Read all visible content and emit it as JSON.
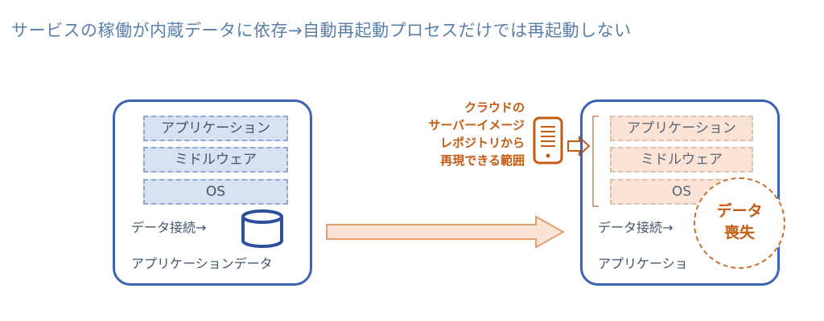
{
  "title": "サービスの稼働が内蔵データに依存→自動再起動プロセスだけでは再起動しない",
  "left_server": {
    "layers": [
      "アプリケーション",
      "ミドルウェア",
      "OS"
    ],
    "data_connection": "データ接続→",
    "app_data": "アプリケーションデータ"
  },
  "right_server": {
    "layers": [
      "アプリケーション",
      "ミドルウェア",
      "OS"
    ],
    "data_connection": "データ接続→",
    "app_data_partial": "アプリケーショ"
  },
  "cloud_caption": [
    "クラウドの",
    "サーバーイメージ",
    "レポジトリから",
    "再現できる範囲"
  ],
  "data_loss": [
    "データ",
    "喪失"
  ],
  "colors": {
    "blue_border": "#3a63b7",
    "blue_fill": "#d9e2f3",
    "orange": "#c55a11",
    "peach": "#fbe4d5",
    "arrow_fill": "#fbe4d5",
    "arrow_border": "#e0a070"
  },
  "icons": [
    "database-icon",
    "server-icon",
    "flow-arrow-icon",
    "small-arrow-icon",
    "bracket-icon"
  ]
}
